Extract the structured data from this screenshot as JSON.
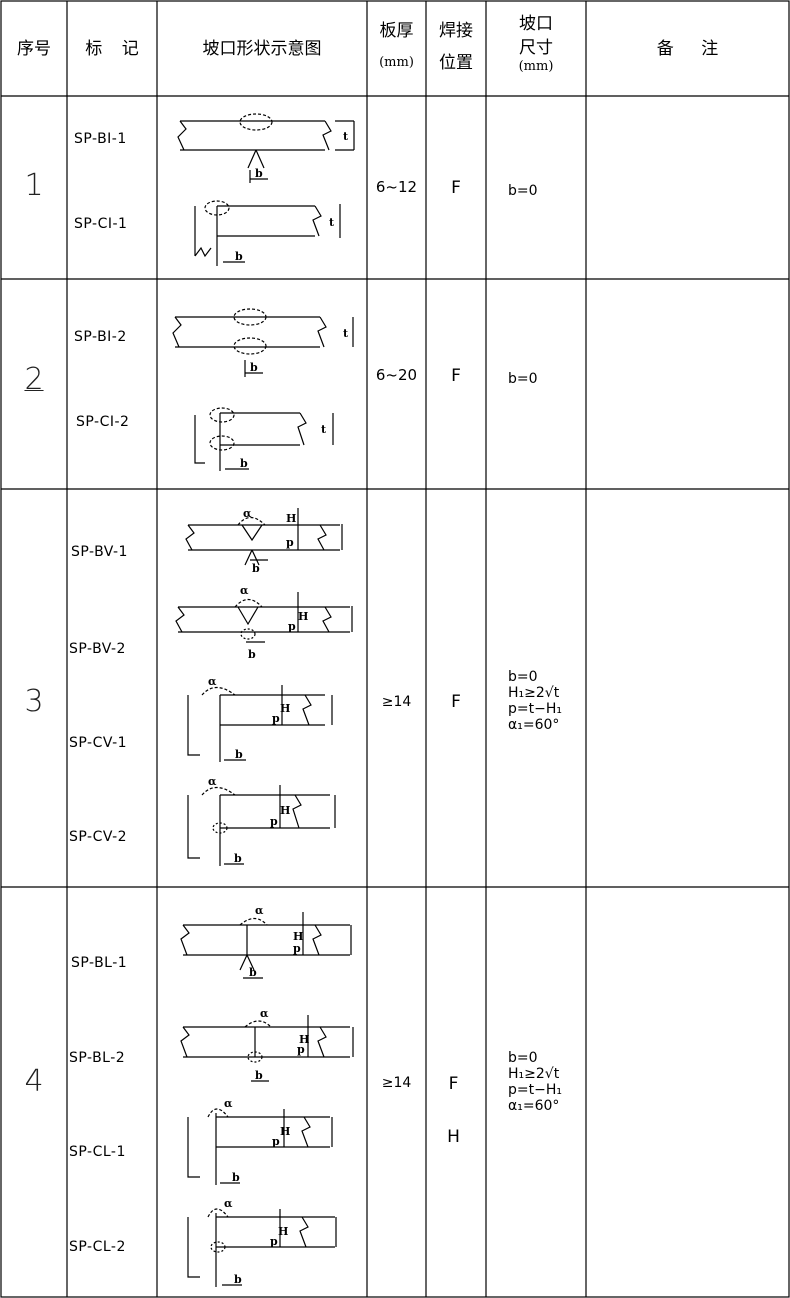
{
  "header": {
    "seq": "序号",
    "mark": "标 记",
    "shape": "坡口形状示意图",
    "thickness": "板厚",
    "thickness_unit": "(mm)",
    "weld_pos_line1": "焊接",
    "weld_pos_line2": "位置",
    "groove_line1": "坡口",
    "groove_line2": "尺寸",
    "groove_unit": "(mm)",
    "remarks": "备 注"
  },
  "rows": [
    {
      "seq": "1",
      "marks": [
        "SP-BI-1",
        "SP-CI-1"
      ],
      "thickness": "6~12",
      "position": "F",
      "dims": "b=0",
      "remarks": ""
    },
    {
      "seq": "2",
      "marks": [
        "SP-BI-2",
        "SP-CI-2"
      ],
      "thickness": "6~20",
      "position": "F",
      "dims": "b=0",
      "remarks": ""
    },
    {
      "seq": "3",
      "marks": [
        "SP-BV-1",
        "SP-BV-2",
        "SP-CV-1",
        "SP-CV-2"
      ],
      "thickness": "≥14",
      "position": "F",
      "dims": "b=0\nH₁≥2√t\np=t−H₁\nα₁=60°",
      "remarks": ""
    },
    {
      "seq": "4",
      "marks": [
        "SP-BL-1",
        "SP-BL-2",
        "SP-CL-1",
        "SP-CL-2"
      ],
      "thickness": "≥14",
      "position": "F",
      "position2": "H",
      "dims": "b=0\nH₁≥2√t\np=t−H₁\nα₁=60°",
      "remarks": ""
    }
  ],
  "sketch_labels": {
    "b": "b",
    "t": "t",
    "p": "p",
    "H": "H",
    "alpha": "α"
  }
}
